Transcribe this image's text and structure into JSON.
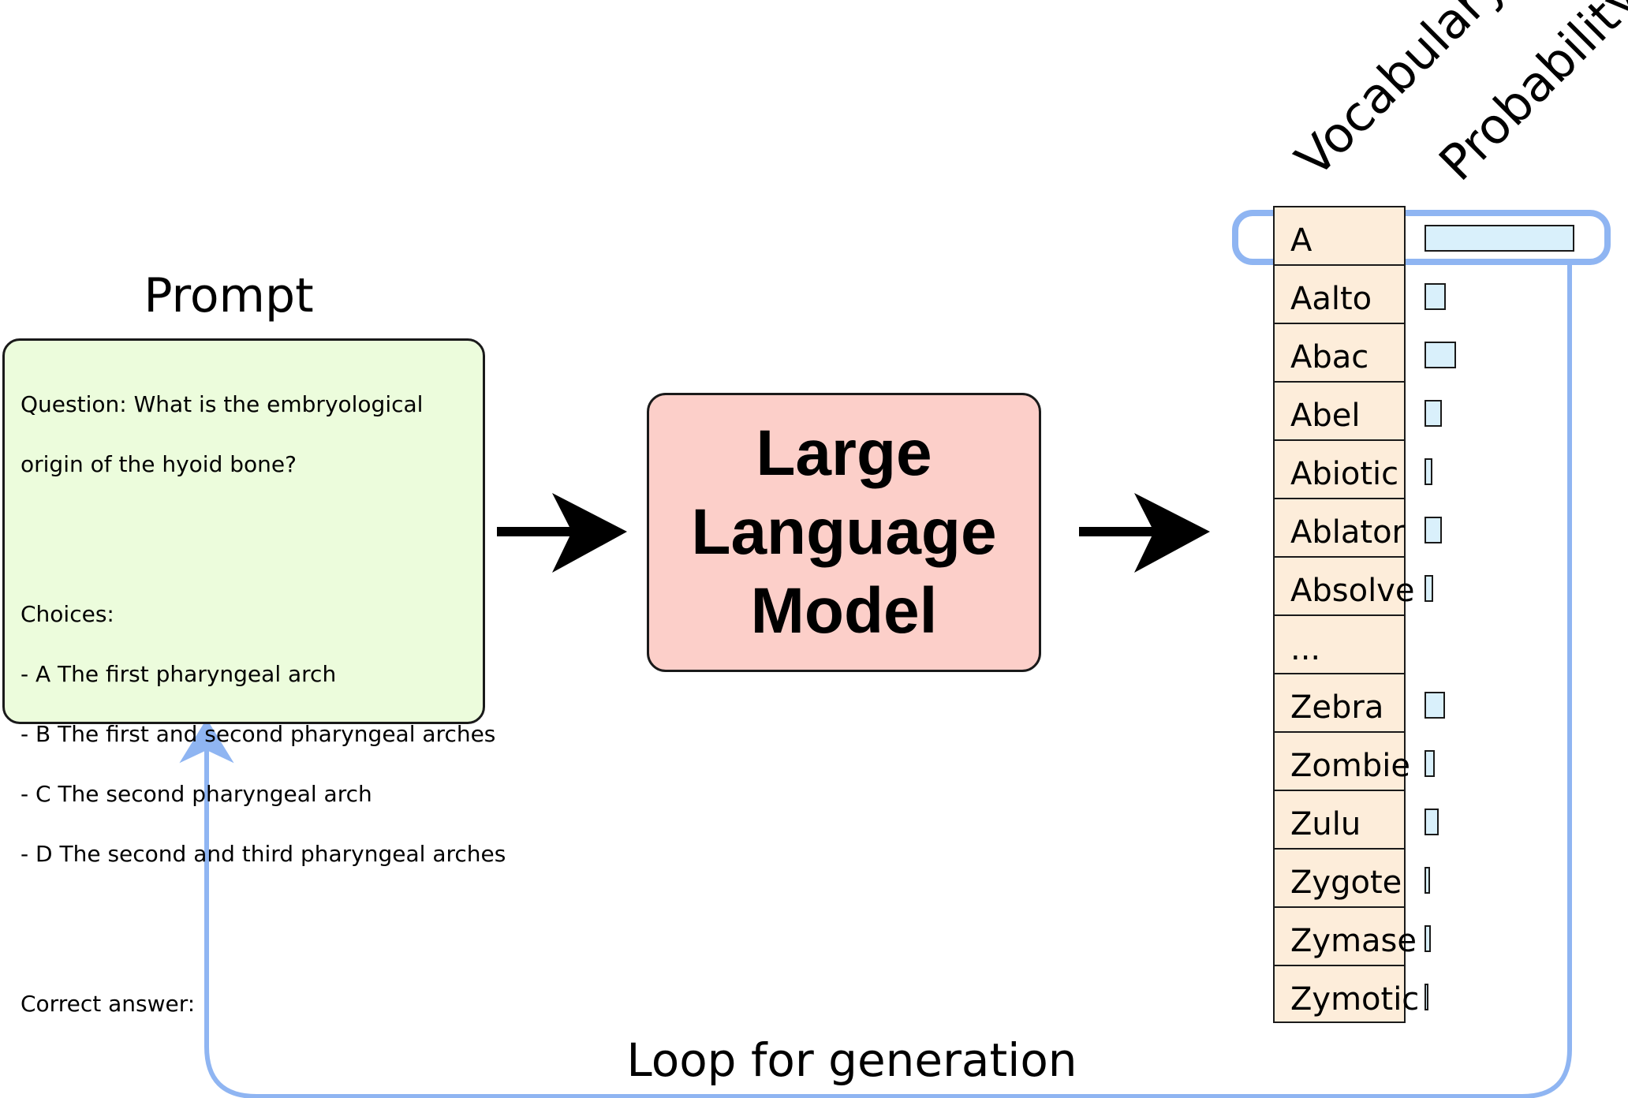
{
  "prompt": {
    "title": "Prompt",
    "question_line1": "Question: What is the embryological",
    "question_line2": "origin of the hyoid bone?",
    "choices_header": "Choices:",
    "choices": [
      "- A The first pharyngeal arch",
      "- B The first and second pharyngeal arches",
      "- C The second pharyngeal arch",
      "- D The second and third pharyngeal arches"
    ],
    "answer_label": "Correct answer:"
  },
  "model": {
    "lines": [
      "Large",
      "Language",
      "Model"
    ]
  },
  "output": {
    "vocab_header": "Vocabulary",
    "prob_header": "Probability",
    "tokens": [
      "A",
      "Aalto",
      "Abac",
      "Abel",
      "Abiotic",
      "Ablator",
      "Absolve",
      "...",
      "Zebra",
      "Zombie",
      "Zulu",
      "Zygote",
      "Zymase",
      "Zymotic"
    ],
    "highlighted_token": "A"
  },
  "loop_label": "Loop for generation",
  "colors": {
    "prompt_fill": "#ecfcdc",
    "model_fill": "#fccfc9",
    "vocab_fill": "#fdedda",
    "bar_fill": "#d9f0fb",
    "loop_stroke": "#8fb5f2"
  }
}
